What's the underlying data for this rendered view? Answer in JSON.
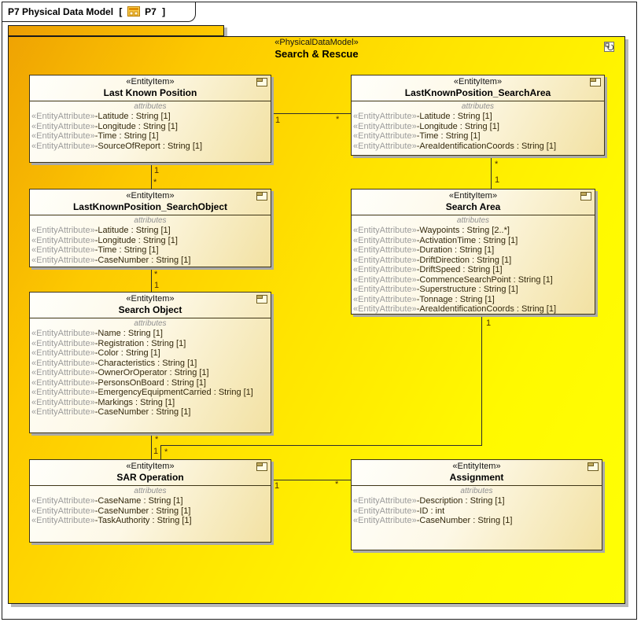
{
  "diagram_tab": {
    "title": "P7 Physical Data Model",
    "open_bracket": "[",
    "diagram_ref": "P7",
    "close_bracket": "]"
  },
  "frame": {
    "stereotype": "«PhysicalDataModel»",
    "name": "Search & Rescue"
  },
  "colors": {
    "frame_yellow_dark": "#efa303",
    "frame_yellow_bright": "#ffff00",
    "entity_fill_light": "#fffffb",
    "entity_fill_dark": "#f2e1a2",
    "entity_border": "#3e3516",
    "shadow_gray": "#a9a9a9",
    "stereotype_gray": "#9b9b9b",
    "attribute_text": "#33280c",
    "connector_line": "#2d2d2d"
  },
  "entities": [
    {
      "stereotype": "«EntityItem»",
      "name": "Last Known Position",
      "attributes_label": "attributes",
      "attributes": [
        {
          "stereotype": "«EntityAttribute»",
          "text": "-Latitude : String [1]"
        },
        {
          "stereotype": "«EntityAttribute»",
          "text": "-Longitude : String [1]"
        },
        {
          "stereotype": "«EntityAttribute»",
          "text": "-Time : String [1]"
        },
        {
          "stereotype": "«EntityAttribute»",
          "text": "-SourceOfReport : String [1]"
        }
      ]
    },
    {
      "stereotype": "«EntityItem»",
      "name": "LastKnownPosition_SearchArea",
      "attributes_label": "attributes",
      "attributes": [
        {
          "stereotype": "«EntityAttribute»",
          "text": "-Latitude : String [1]"
        },
        {
          "stereotype": "«EntityAttribute»",
          "text": "-Longitude : String [1]"
        },
        {
          "stereotype": "«EntityAttribute»",
          "text": "-Time : String [1]"
        },
        {
          "stereotype": "«EntityAttribute»",
          "text": "-AreaIdentificationCoords : String [1]"
        }
      ]
    },
    {
      "stereotype": "«EntityItem»",
      "name": "LastKnownPosition_SearchObject",
      "attributes_label": "attributes",
      "attributes": [
        {
          "stereotype": "«EntityAttribute»",
          "text": "-Latitude : String [1]"
        },
        {
          "stereotype": "«EntityAttribute»",
          "text": "-Longitude : String [1]"
        },
        {
          "stereotype": "«EntityAttribute»",
          "text": "-Time : String [1]"
        },
        {
          "stereotype": "«EntityAttribute»",
          "text": "-CaseNumber : String [1]"
        }
      ]
    },
    {
      "stereotype": "«EntityItem»",
      "name": "Search Area",
      "attributes_label": "attributes",
      "attributes": [
        {
          "stereotype": "«EntityAttribute»",
          "text": "-Waypoints : String [2..*]"
        },
        {
          "stereotype": "«EntityAttribute»",
          "text": "-ActivationTime : String [1]"
        },
        {
          "stereotype": "«EntityAttribute»",
          "text": "-Duration : String [1]"
        },
        {
          "stereotype": "«EntityAttribute»",
          "text": "-DriftDirection : String [1]"
        },
        {
          "stereotype": "«EntityAttribute»",
          "text": "-DriftSpeed : String [1]"
        },
        {
          "stereotype": "«EntityAttribute»",
          "text": "-CommenceSearchPoint : String [1]"
        },
        {
          "stereotype": "«EntityAttribute»",
          "text": "-Superstructure : String [1]"
        },
        {
          "stereotype": "«EntityAttribute»",
          "text": "-Tonnage : String [1]"
        },
        {
          "stereotype": "«EntityAttribute»",
          "text": "-AreaIdentificationCoords : String [1]"
        }
      ]
    },
    {
      "stereotype": "«EntityItem»",
      "name": "Search Object",
      "attributes_label": "attributes",
      "attributes": [
        {
          "stereotype": "«EntityAttribute»",
          "text": "-Name : String [1]"
        },
        {
          "stereotype": "«EntityAttribute»",
          "text": "-Registration : String [1]"
        },
        {
          "stereotype": "«EntityAttribute»",
          "text": "-Color : String [1]"
        },
        {
          "stereotype": "«EntityAttribute»",
          "text": "-Characteristics : String [1]"
        },
        {
          "stereotype": "«EntityAttribute»",
          "text": "-OwnerOrOperator : String [1]"
        },
        {
          "stereotype": "«EntityAttribute»",
          "text": "-PersonsOnBoard : String [1]"
        },
        {
          "stereotype": "«EntityAttribute»",
          "text": "-EmergencyEquipmentCarried : String [1]"
        },
        {
          "stereotype": "«EntityAttribute»",
          "text": "-Markings : String [1]"
        },
        {
          "stereotype": "«EntityAttribute»",
          "text": "-CaseNumber : String [1]"
        }
      ]
    },
    {
      "stereotype": "«EntityItem»",
      "name": "SAR Operation",
      "attributes_label": "attributes",
      "attributes": [
        {
          "stereotype": "«EntityAttribute»",
          "text": "-CaseName : String [1]"
        },
        {
          "stereotype": "«EntityAttribute»",
          "text": "-CaseNumber : String [1]"
        },
        {
          "stereotype": "«EntityAttribute»",
          "text": "-TaskAuthority : String [1]"
        }
      ]
    },
    {
      "stereotype": "«EntityItem»",
      "name": "Assignment",
      "attributes_label": "attributes",
      "attributes": [
        {
          "stereotype": "«EntityAttribute»",
          "text": "-Description : String [1]"
        },
        {
          "stereotype": "«EntityAttribute»",
          "text": "-ID : int"
        },
        {
          "stereotype": "«EntityAttribute»",
          "text": "-CaseNumber : String [1]"
        }
      ]
    }
  ],
  "connectors": [
    {
      "from": "Last Known Position",
      "to": "LastKnownPosition_SearchArea",
      "from_mult": "1",
      "to_mult": "*"
    },
    {
      "from": "Last Known Position",
      "to": "LastKnownPosition_SearchObject",
      "from_mult": "1",
      "to_mult": "*"
    },
    {
      "from": "LastKnownPosition_SearchArea",
      "to": "Search Area",
      "from_mult": "*",
      "to_mult": "1"
    },
    {
      "from": "LastKnownPosition_SearchObject",
      "to": "Search Object",
      "from_mult": "*",
      "to_mult": "1"
    },
    {
      "from": "Search Object",
      "to": "SAR Operation",
      "from_mult": "*",
      "to_mult": "1"
    },
    {
      "from": "Search Area",
      "to": "SAR Operation",
      "from_mult": "1",
      "to_mult": "*"
    },
    {
      "from": "SAR Operation",
      "to": "Assignment",
      "from_mult": "1",
      "to_mult": "*"
    }
  ]
}
